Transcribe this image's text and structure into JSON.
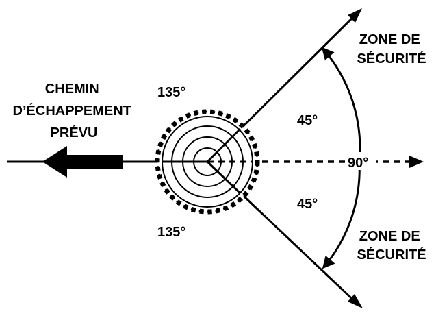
{
  "labels": {
    "escape_path": [
      "CHEMIN",
      "D’ÉCHAPPEMENT",
      "PRÉVU"
    ],
    "safety_zone_top": [
      "ZONE DE",
      "SÉCURITÉ"
    ],
    "safety_zone_bottom": [
      "ZONE DE",
      "SÉCURITÉ"
    ],
    "angle_upper_left": "135°",
    "angle_lower_left": "135°",
    "angle_upper_right": "45°",
    "angle_lower_right": "45°",
    "angle_right": "90°"
  },
  "colors": {
    "ink": "#000000",
    "background": "#ffffff"
  },
  "icons": {
    "tree": "tree-cross-section-icon",
    "escape_arrow": "left-arrow-icon",
    "fall_direction": "dashed-right-arrow-icon"
  }
}
